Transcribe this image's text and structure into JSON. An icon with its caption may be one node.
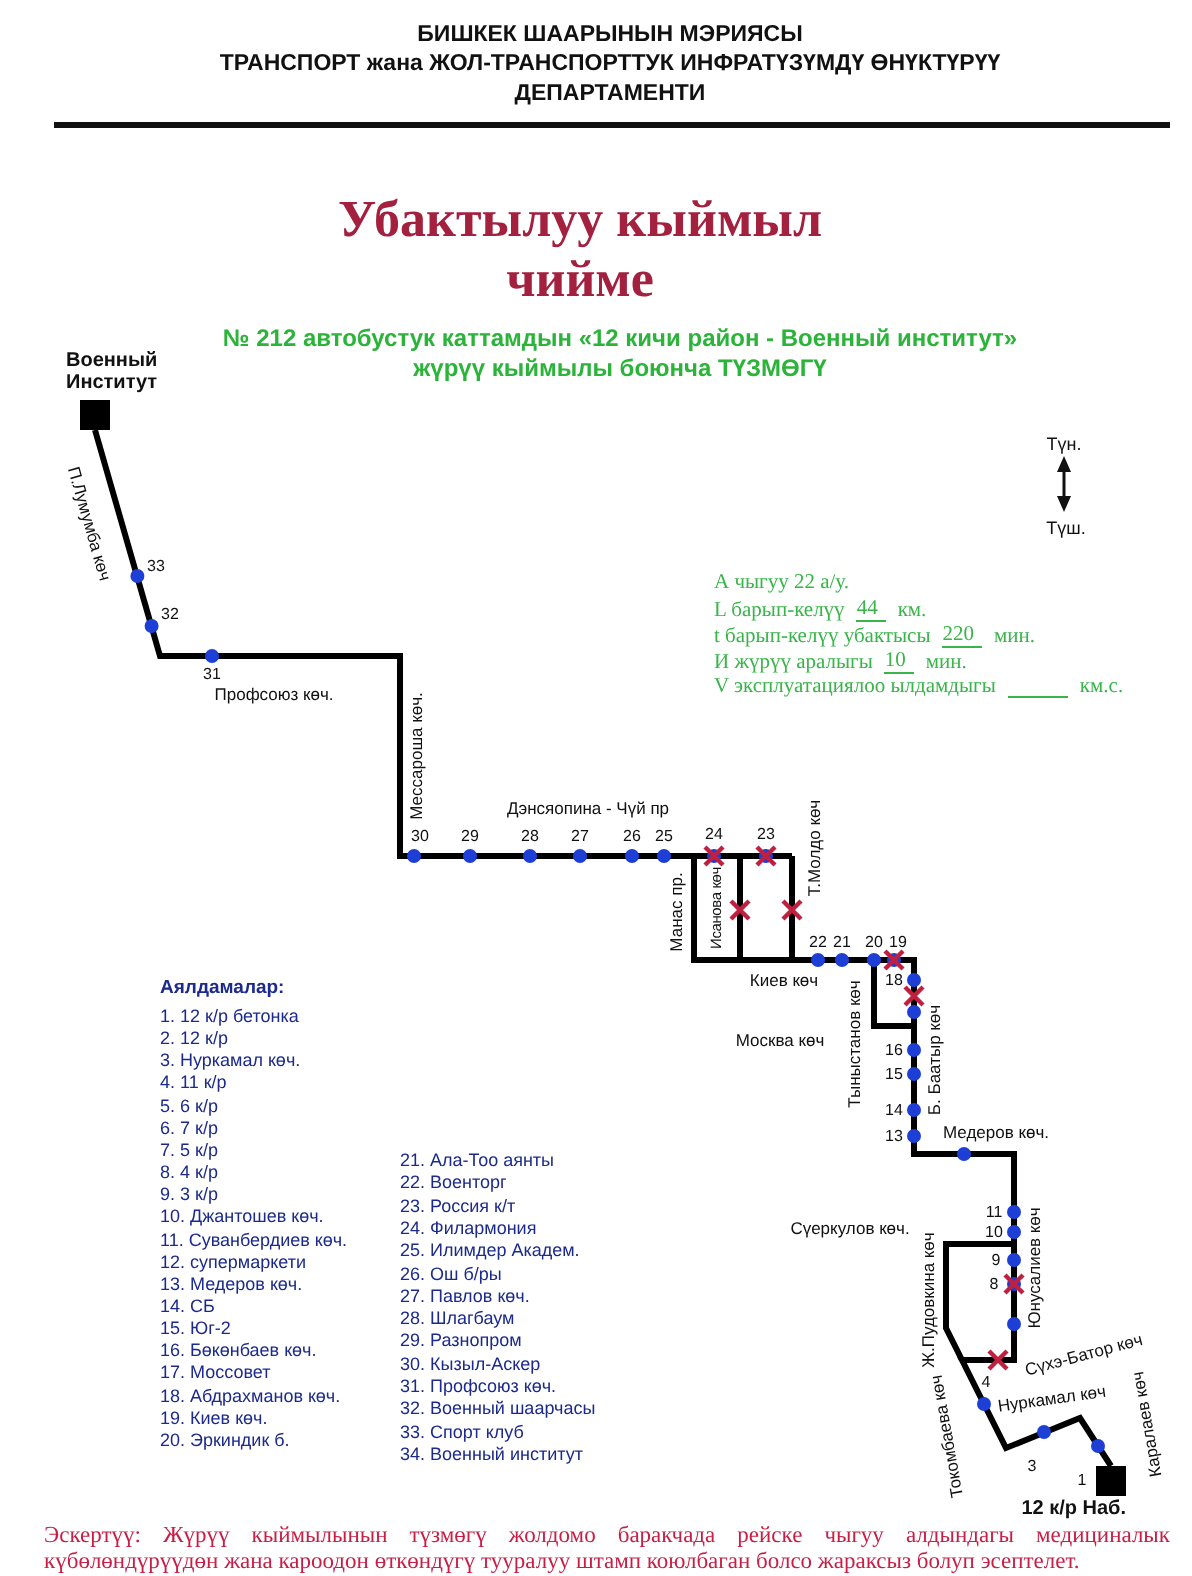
{
  "diagram": {
    "title": "Убактылуу кыймыл чийме",
    "nodes": [
      {
        "text": [
          "Военный Институт"
        ]
      },
      {
        "text": [
          "12 к/р Наб."
        ],
        "beside": [
          "1"
        ]
      }
    ],
    "edges": [
      {
        "from": 0,
        "to": 1,
        "arrow": "none"
      }
    ],
    "labels": [
      "БИШКЕК ШААРЫНЫН МЭРИЯСЫ",
      "ТРАНСПОРТ жана ЖОЛ-ТРАНСПОРТТУК ИНФРАТҮЗҮМДҮ ӨНҮКТҮРҮҮ ДЕПАРТАМЕНТИ",
      "№ 212 автобустук каттамдын «12 кичи район - Военный институт» жүрүү кыймылы боюнча ТҮЗМӨГҮ",
      "Түн.",
      "Түш.",
      "П.Лумумба көч",
      "33",
      "32",
      "А чыгуу 22 а/у.",
      "L барып-келүү",
      "44",
      "км.",
      "t барып-келүү убактысы",
      "220",
      "мин.",
      "И жүрүү аралыгы",
      "10",
      "мин.",
      "V эксплуатациялоо ылдамдыгы",
      "км.с.",
      "31",
      "Профсоюз көч.",
      "Мессароша көч.",
      "Т.Молдо көч",
      "Дэнсяопина - Чүй пр",
      "30",
      "29",
      "28",
      "27",
      "26",
      "25",
      "24",
      "23",
      "Манас пр.",
      "Исанова көч",
      "22",
      "21",
      "20",
      "19",
      "Киев көч",
      "18",
      "Москва көч",
      "Тыныстанов көч",
      "16",
      "Б. Баатыр көч",
      "15",
      "14",
      "13",
      "Медеров көч.",
      "Аялдамалар:",
      "1. 12 к/р бетонка",
      "2. 12 к/р",
      "3. Нуркамал көч.",
      "4. 11 к/р",
      "5. 6 к/р",
      "6. 7 к/р",
      "7. 5 к/р",
      "8. 4 к/р",
      "9. 3 к/р",
      "10. Джантошев көч.",
      "11. Суванбердиев көч.",
      "12. супермаркети",
      "13. Медеров көч.",
      "14. СБ",
      "15. Юг-2",
      "16. Бөкөнбаев көч.",
      "17. Моссовет",
      "18. Абдрахманов көч.",
      "19. Киев көч.",
      "20. Эркиндик б.",
      "21. Ала-Тоо аянты",
      "22. Военторг",
      "23. Россия к/т",
      "24. Филармония",
      "25. Илимдер Академ.",
      "26. Ош б/ры",
      "27. Павлов көч.",
      "28. Шлагбаум",
      "29. Разнопром",
      "30. Кызыл-Аскер",
      "31. Профсоюз көч.",
      "32. Военный шаарчасы",
      "33. Спорт клуб",
      "34. Военный институт",
      "11",
      "Сүеркулов көч.",
      "10",
      "9",
      "8",
      "Ж.Пудовкина көч",
      "Юнусалиев көч",
      "Сүхэ-Батор көч",
      "Токомбаева көч",
      "4",
      "Нуркамал көч",
      "Каралаев көч",
      "3",
      "Эскертүү: Жүрүү кыймылынын түзмөгү жолдомо баракчада рейске чыгуу алдындагы медициналык күбөлөндүрүүдөн жана кароодон өткөндүгү тууралуу штамп коюлбаган болсо жараксыз болуп эсептелет."
    ]
  }
}
